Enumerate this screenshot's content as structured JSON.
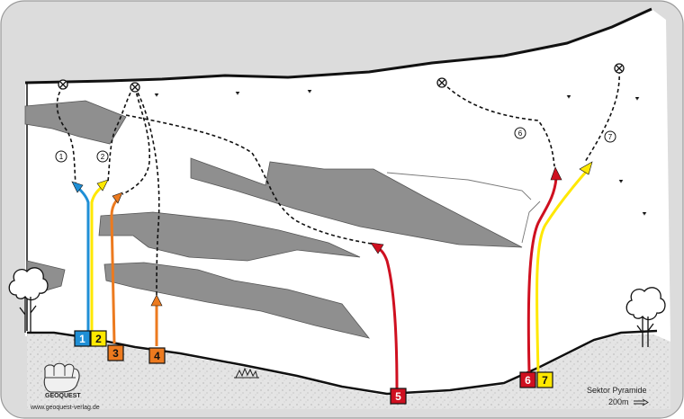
{
  "colors": {
    "frame": "#dcdcdc",
    "rock": "#ffffff",
    "shade": "#8f8f8f",
    "ground": "#e2e2e2",
    "blue": "#1f8fd6",
    "yellow": "#ffe800",
    "orange": "#ec7a1f",
    "red": "#cf1020",
    "line": "#111111"
  },
  "routes": [
    {
      "number": "1",
      "color": "#1f8fd6",
      "text_color": "#ffffff"
    },
    {
      "number": "2",
      "color": "#ffe800",
      "text_color": "#111111"
    },
    {
      "number": "3",
      "color": "#ec7a1f",
      "text_color": "#111111"
    },
    {
      "number": "4",
      "color": "#ec7a1f",
      "text_color": "#111111"
    },
    {
      "number": "5",
      "color": "#cf1020",
      "text_color": "#ffffff"
    },
    {
      "number": "6",
      "color": "#cf1020",
      "text_color": "#ffffff"
    },
    {
      "number": "7",
      "color": "#ffe800",
      "text_color": "#111111"
    }
  ],
  "route_markers": [
    "1",
    "2",
    "6",
    "7"
  ],
  "logo_text": "GEOQUEST",
  "footer": {
    "website": "www.geoquest-verlag.de",
    "sector_name": "Sektor Pyramide",
    "distance": "200m"
  },
  "icons": [
    "anchor-icon",
    "tree-icon",
    "hedgehog-icon",
    "arrow-right-icon",
    "fist-logo-icon"
  ]
}
